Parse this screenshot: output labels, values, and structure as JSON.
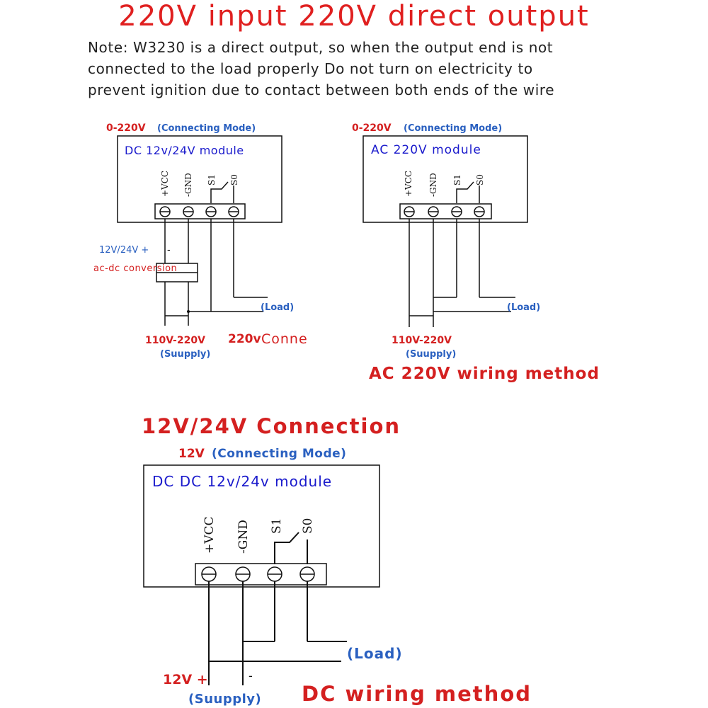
{
  "title": "220V input 220V direct output",
  "note": {
    "line1": "Note: W3230 is a direct output, so when the output end is not",
    "line2": "connected to the load properly Do not turn on electricity to",
    "line3": "prevent ignition due to contact between both ends of the wire"
  },
  "diagram_dc": {
    "mode_voltage": "0-220V",
    "mode_label": "(Connecting Mode)",
    "module_label": "DC 12v/24V module",
    "terminals": [
      "+VCC",
      "-GND",
      "S1",
      "S0"
    ],
    "converter_plus": "12V/24V +",
    "converter_minus": "-",
    "converter_label": "ac-dc conversion",
    "load_label": "(Load)",
    "supply_voltage": "110V-220V",
    "supply_label": "(Suupply)",
    "connection_note": "220v",
    "connection_note2": "Conne"
  },
  "diagram_ac": {
    "mode_voltage": "0-220V",
    "mode_label": "(Connecting Mode)",
    "module_label": "AC 220V module",
    "terminals": [
      "+VCC",
      "-GND",
      "S1",
      "S0"
    ],
    "load_label": "(Load)",
    "supply_voltage": "110V-220V",
    "supply_label": "(Suupply)",
    "caption": "AC 220V wiring method"
  },
  "diagram_12v": {
    "heading": "12V/24V Connection",
    "mode_voltage": "12V",
    "mode_label": "(Connecting Mode)",
    "module_label": "DC DC 12v/24v module",
    "terminals": [
      "+VCC",
      "-GND",
      "S1",
      "S0"
    ],
    "load_label": "(Load)",
    "supply_plus": "12V +",
    "supply_minus": "-",
    "supply_label": "(Suupply)",
    "caption": "DC wiring method"
  },
  "colors": {
    "red": "#d42020",
    "blue": "#2a60c0",
    "navy": "#1a1acc"
  }
}
